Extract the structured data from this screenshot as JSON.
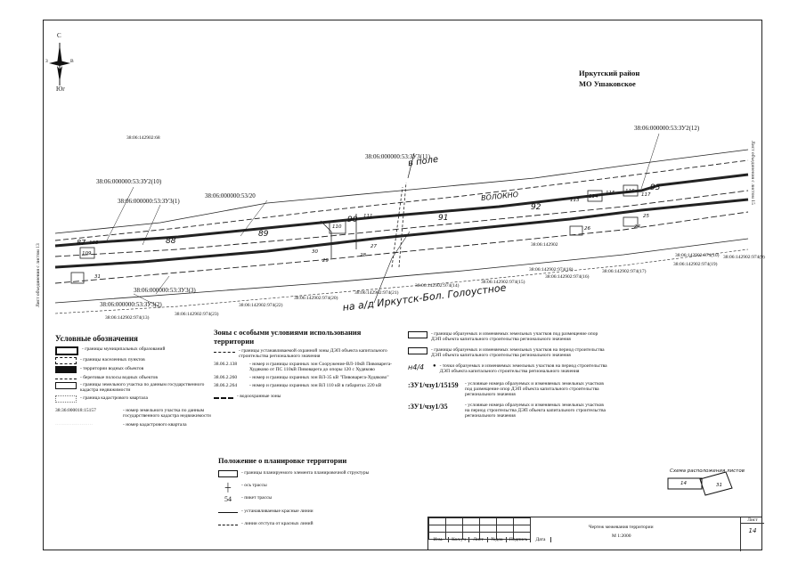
{
  "region": {
    "line1": "Иркутский район",
    "line2": "МО Ушаковское"
  },
  "compass": {
    "north": "С",
    "south": "Юг",
    "west": "З",
    "east": "В"
  },
  "side_left": "Лист объединения с листом 13",
  "side_right": "Лист объединения с листом 15",
  "parcels": {
    "zu2_12": "38:06:000000:53:ЗУ2(12)",
    "zu3_11": "38:06:000000:53:ЗУ3(11)",
    "zu2_10": "38:06:000000:53:ЗУ2(10)",
    "zu3_1": "38:06:000000:53:ЗУ3(1)",
    "p53_20": "38:06:000000:53/20",
    "zu3_3": "38:06:000000:53:ЗУ3(3)",
    "zu3_2": "38:06:000000:53:ЗУ3(2)"
  },
  "road_labels": {
    "field": "в поле",
    "road": "на а/д Иркутск-Бол. Голоустное",
    "gravel": "ВОЛОКНО"
  },
  "pickets": [
    "87",
    "108",
    "109",
    "88",
    "89",
    "110",
    "90",
    "111",
    "91",
    "92",
    "113",
    "114",
    "115",
    "116",
    "117",
    "93",
    "26",
    "24",
    "25",
    "27",
    "28",
    "29",
    "30",
    "31"
  ],
  "cadastral": [
    "38:06:142902:68",
    "38:06:142902",
    "38:06:142902:974(18)",
    "38:06:142902:974(14)",
    "38:06:142902:974(15)",
    "38:06:142902:974(16)",
    "38:06:142902:974(17)",
    "38:06:142902:974(19)",
    "38:06:142902:974(20)",
    "38:06:142902:974(21)",
    "38:06:142902:974(22)",
    "38:06:142902:974(23)",
    "38:06:142902:974(13)",
    "38:06:142902:974(9)",
    "38:06:142902:974(10)"
  ],
  "legend": {
    "title": "Условные обозначения",
    "items": [
      "- границы муниципальных образований",
      "- границы населенных пунктов",
      "- территории водных объектов",
      "- береговые полосы водных объектов",
      "- границы земельного участка по данным государственного кадастра недвижимости",
      "- граница кадастрового квартала"
    ],
    "num_example": "38:36:000018:15157",
    "num_desc": "- номер земельного участка по данным государственного кадастра недвижимости",
    "quarter_desc": "- номер кадастрового квартала"
  },
  "zones": {
    "title": "Зоны с особыми условиями использования территории",
    "protect_desc": "- границы устанавливаемой охранной зоны ДЭП объекта капитального строительства регионального значения",
    "code1": "38.06.2.138",
    "desc1": "- номер и границы охранных зон Сооружение-ВЛ-10кВ Пивоварега-Худяково от ПС 110кВ Пивоварега до опоры 120 с Худяково",
    "code2": "38.06.2.260",
    "desc2": "- номер и границы охранных зон ВЛ-35 кВ \"Пивоварега-Худяково\"",
    "code3": "38.06.2.264",
    "desc3": "- номер и границы охранных зон ВЛ 110 кВ в габаритах 220 кВ",
    "water": "- водоохранные зоны"
  },
  "position": {
    "title": "Положение о планировке территории",
    "items": [
      "- границы планируемого элемента планировочной структуры",
      "- ось трассы",
      "- пикет трассы",
      "- устанавливаемые красные линии",
      "- линии отступа от красных линий"
    ],
    "picket_num": "54"
  },
  "right_legend": {
    "item1": "- границы образуемых и изменяемых земельных участков под размещение опор ДЭП объекта капитального строительства регионального значения",
    "item2": "- границы образуемых и изменяемых земельных участков на период строительства ДЭП объекта капитального строительства регионального значения",
    "point_label": "н4/4",
    "item3": "- точки образуемых и изменяемых земельных участков на период строительства ДЭП объекта капитального строительства регионального значения",
    "code1": ":ЗУ1/чзу1/15159",
    "desc1": "- условные номера образуемых и изменяемых земельных участков под размещение опор ДЭП объекта капитального строительства регионального значения",
    "code2": ":ЗУ1/чзу1/35",
    "desc2": "- условные номера образуемых и изменяемых земельных участков на период строительства ДЭП объекта капитального строительства регионального значения"
  },
  "sheet_scheme": {
    "title": "Схема расположения листов",
    "left": "14",
    "right": "31"
  },
  "stamp": {
    "cols": [
      "Изм.",
      "Кол.уч",
      "Лист",
      "№док",
      "Подпись",
      "Дата"
    ],
    "title": "Чертеж межевания территории",
    "scale": "М 1:2000",
    "sheet_label": "Лист",
    "sheet_num": "14"
  }
}
